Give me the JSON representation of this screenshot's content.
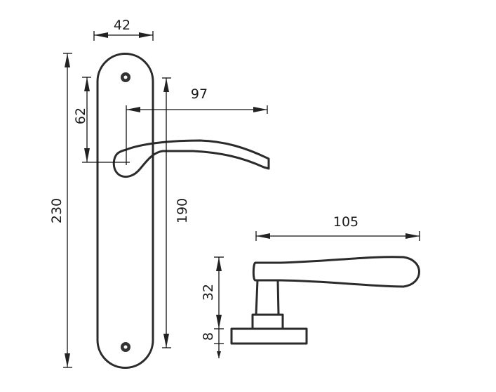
{
  "dimensions": {
    "plate_width": "42",
    "plate_height": "230",
    "spindle_offset": "62",
    "screw_spacing": "190",
    "lever_projection": "97",
    "lever_length": "105",
    "lever_height": "32",
    "rose_thickness": "8"
  },
  "colors": {
    "line": "#2b2b2b",
    "text": "#1a1a1a"
  }
}
